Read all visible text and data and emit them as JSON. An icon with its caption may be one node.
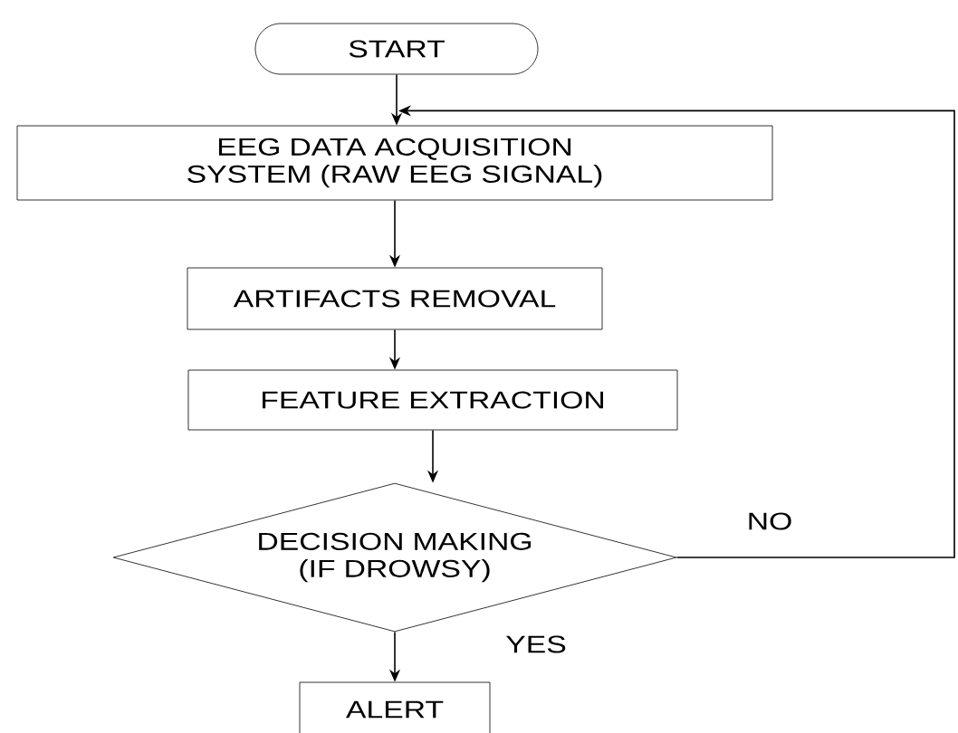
{
  "diagram": {
    "nodes": [
      {
        "text": [
          "START"
        ]
      },
      {
        "text": [
          "EEG DATA ACQUISITION SYSTEM (RAW EEG SIGNAL)"
        ]
      },
      {
        "text": [
          "ARTIFACTS REMOVAL"
        ]
      },
      {
        "text": [
          "FEATURE EXTRACTION"
        ]
      },
      {
        "text": [
          "DECISION MAKING (IF DROWSY)"
        ]
      },
      {
        "text": [
          "ALERT"
        ]
      }
    ],
    "edges": [
      {
        "from": 0,
        "to": 1,
        "arrow": "to"
      },
      {
        "from": 1,
        "to": 2,
        "arrow": "to"
      },
      {
        "from": 2,
        "to": 3,
        "arrow": "to"
      },
      {
        "from": 3,
        "to": 4,
        "arrow": "to"
      },
      {
        "from": 4,
        "to": 5,
        "arrow": "to",
        "label": "YES"
      },
      {
        "from": 4,
        "to": 1,
        "arrow": "to",
        "label": "NO"
      }
    ]
  }
}
